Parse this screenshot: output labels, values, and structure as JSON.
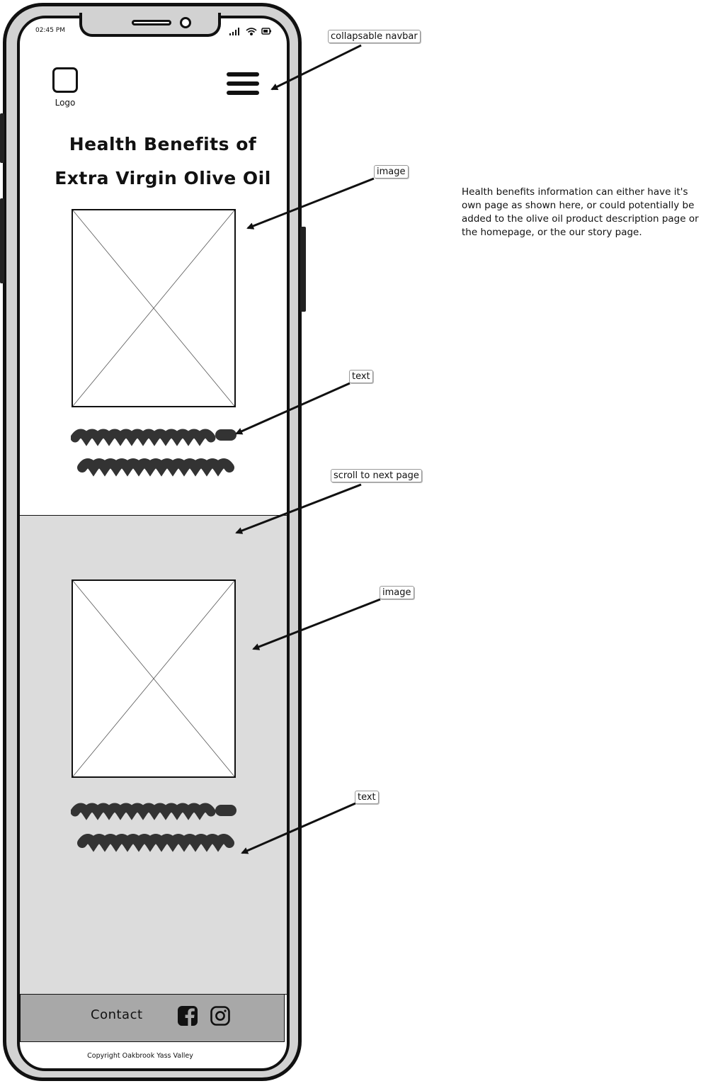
{
  "status_bar": {
    "time": "02:45 PM"
  },
  "header": {
    "logo_label": "Logo"
  },
  "main": {
    "title_line1": "Health Benefits of",
    "title_line2": "Extra Virgin Olive Oil"
  },
  "footer": {
    "contact_label": "Contact",
    "copyright": "Copyright Oakbrook Yass Valley",
    "social_icons": [
      "facebook-icon",
      "instagram-icon"
    ]
  },
  "annotations": {
    "navbar": "collapsable navbar",
    "image1": "image",
    "text1": "text",
    "scroll": "scroll to next page",
    "image2": "image",
    "text2": "text",
    "side_note": "Health benefits information can either have it's own page as shown here, or could potentially be added to the olive oil product description page or the homepage, or the our story page."
  },
  "colors": {
    "section_bg": "#dcdcdc",
    "footer_bg": "#a8a8a8",
    "frame_bg": "#d2d2d2"
  }
}
